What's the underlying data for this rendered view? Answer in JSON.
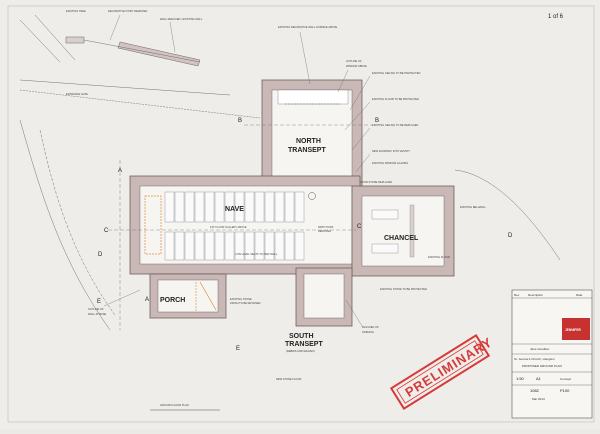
{
  "sheet": {
    "corner_note": "1 of 6",
    "drawing_title": "GROUND FLOOR PLAN",
    "entrance": "ENTRANCE GATE",
    "stamp": "PRELIMINARY"
  },
  "rooms": {
    "nave": "NAVE",
    "north_transept": [
      "NORTH",
      "TRANSEPT"
    ],
    "chancel": "CHANCEL",
    "porch": "PORCH",
    "south_transept": [
      "SOUTH",
      "TRANSEPT"
    ],
    "south_transept_sub": "(DEBRIS AND GRAVES)"
  },
  "section_marks": [
    "A",
    "A",
    "B",
    "B",
    "C",
    "C",
    "D",
    "D",
    "E",
    "E"
  ],
  "annotations": {
    "top_left": [
      "EXISTING TREE",
      "DECORATIVE IVORY REMOVED",
      "WALL REDUCED / EXISTING WALL"
    ],
    "top_center": [
      "EXISTING DECORATIVE WALL CORNICE ABOVE"
    ],
    "outline_window": [
      "OUTLINE OF",
      "WINDOW ABOVE"
    ],
    "north_right": [
      "EXISTING CEILING TO BE PROTECTED",
      "EXISTING FLOOR TO BE PROTECTED",
      "EXISTING CEILING TO BE REPLACED",
      "NEW DOORWAY INTO VESTRY",
      "EXISTING WINDOW GLAZING"
    ],
    "chancel_right": [
      "EXISTING BELLWALL",
      "DOOR STONE REPLACED",
      "EXISTING FLOOR"
    ],
    "nave_notes": [
      "1ST FLOOR GALLERY ABOVE",
      "LOW LEVEL SEATS TO PEW WALL"
    ],
    "partitions": [
      "PARTITIONS",
      "REMOVED"
    ],
    "porch_notes": [
      "EXISTING STONE",
      "FINISH TO BE RETAINED"
    ],
    "outline_wall": [
      "OUTLINE OF",
      "WALL AT BASE"
    ],
    "blocked": [
      "BLOCKED UP",
      "OPENING"
    ],
    "bottom": [
      "EXISTING STONE TO BE PROTECTED",
      "NEW STONE FLOOR"
    ]
  },
  "title_block": {
    "rev_header": [
      "Rev",
      "Description",
      "Date"
    ],
    "architect_logo": "JENNIFER",
    "client": "Jane Goudilon",
    "project": "St. Jeronie's Church, Llangwm",
    "drawing": "PROPOSED GROUND PLAN",
    "scale": "1:50",
    "size": "A1",
    "status": "Concept",
    "job_no": "1082",
    "drawing_no": "P100",
    "date": "Mar 2014"
  }
}
